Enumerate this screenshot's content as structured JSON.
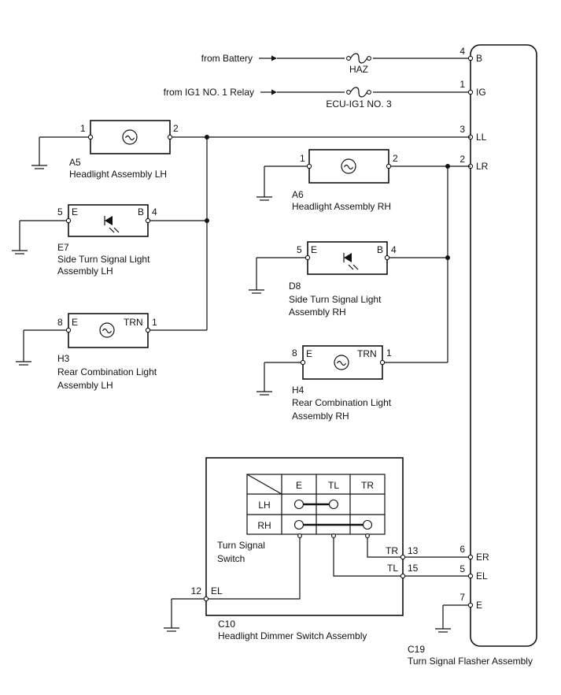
{
  "sources": {
    "battery": "from Battery",
    "ig1": "from IG1 NO. 1 Relay"
  },
  "fuses": {
    "haz": "HAZ",
    "ecu": "ECU-IG1 NO. 3"
  },
  "flasher": {
    "code": "C19",
    "name": "Turn Signal Flasher Assembly",
    "pins": [
      {
        "num": "4",
        "label": "B"
      },
      {
        "num": "1",
        "label": "IG"
      },
      {
        "num": "3",
        "label": "LL"
      },
      {
        "num": "2",
        "label": "LR"
      },
      {
        "num": "6",
        "label": "ER"
      },
      {
        "num": "5",
        "label": "EL"
      },
      {
        "num": "7",
        "label": "E"
      }
    ]
  },
  "lh": {
    "a5": {
      "code": "A5",
      "name": "Headlight Assembly LH",
      "pin_left": "1",
      "pin_right": "2"
    },
    "e7": {
      "code": "E7",
      "name1": "Side Turn Signal Light",
      "name2": "Assembly LH",
      "pin_left": "5",
      "pin_right": "4",
      "term_left": "E",
      "term_right": "B"
    },
    "h3": {
      "code": "H3",
      "name1": "Rear Combination Light",
      "name2": "Assembly LH",
      "pin_left": "8",
      "pin_right": "1",
      "term_left": "E",
      "term_right": "TRN"
    }
  },
  "rh": {
    "a6": {
      "code": "A6",
      "name": "Headlight Assembly RH",
      "pin_left": "1",
      "pin_right": "2"
    },
    "d8": {
      "code": "D8",
      "name1": "Side Turn Signal Light",
      "name2": "Assembly RH",
      "pin_left": "5",
      "pin_right": "4",
      "term_left": "E",
      "term_right": "B"
    },
    "h4": {
      "code": "H4",
      "name1": "Rear Combination Light",
      "name2": "Assembly RH",
      "pin_left": "8",
      "pin_right": "1",
      "term_left": "E",
      "term_right": "TRN"
    }
  },
  "dimmer": {
    "code": "C10",
    "name": "Headlight Dimmer Switch Assembly",
    "switch_name1": "Turn Signal",
    "switch_name2": "Switch",
    "table": {
      "cols": [
        "E",
        "TL",
        "TR"
      ],
      "rows": [
        "LH",
        "RH"
      ]
    },
    "pins": [
      {
        "num": "12",
        "label": "EL"
      },
      {
        "num": "13",
        "label": "TR"
      },
      {
        "num": "15",
        "label": "TL"
      }
    ]
  }
}
